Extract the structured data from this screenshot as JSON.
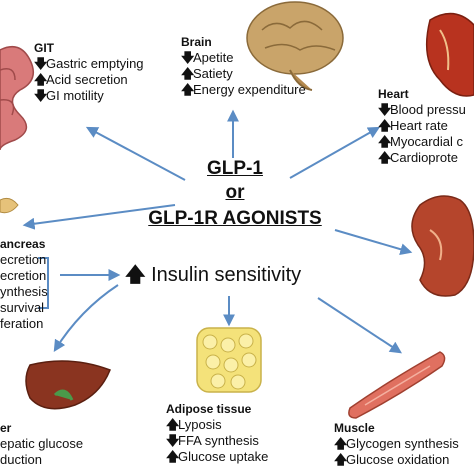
{
  "center": {
    "line1": "GLP-1",
    "line2": "or",
    "line3": "GLP-1R AGONISTS"
  },
  "insulin": {
    "arrow": "🡅",
    "label": "Insulin sensitivity"
  },
  "arrows": {
    "up": "🡅",
    "down": "🡇"
  },
  "git": {
    "title": "GIT",
    "items": [
      {
        "dir": "down",
        "text": "Gastric emptying"
      },
      {
        "dir": "up",
        "text": "Acid secretion"
      },
      {
        "dir": "down",
        "text": "GI motility"
      }
    ]
  },
  "brain": {
    "title": "Brain",
    "items": [
      {
        "dir": "down",
        "text": "Apetite"
      },
      {
        "dir": "up",
        "text": "Satiety"
      },
      {
        "dir": "up",
        "text": "Energy expenditure"
      }
    ]
  },
  "heart": {
    "title": "Heart",
    "items": [
      {
        "dir": "down",
        "text": "Blood pressu"
      },
      {
        "dir": "up",
        "text": "Heart rate"
      },
      {
        "dir": "up",
        "text": "Myocardial c"
      },
      {
        "dir": "up",
        "text": "Cardioprote"
      }
    ]
  },
  "pancreas": {
    "title": "ancreas",
    "items": [
      "ecretion",
      "ecretion",
      "ynthesis",
      "survival",
      "feration"
    ]
  },
  "liver": {
    "title": "er",
    "items": [
      "epatic glucose",
      "duction"
    ]
  },
  "adipose": {
    "title": "Adipose tissue",
    "items": [
      {
        "dir": "up",
        "text": "Lyposis"
      },
      {
        "dir": "down",
        "text": "FFA synthesis"
      },
      {
        "dir": "up",
        "text": "Glucose uptake"
      }
    ]
  },
  "muscle": {
    "title": "Muscle",
    "items": [
      {
        "dir": "up",
        "text": "Glycogen synthesis"
      },
      {
        "dir": "up",
        "text": "Glucose oxidation"
      }
    ]
  },
  "colors": {
    "arrow": "#5b8cc4",
    "organ_intestine": "#d97a7a",
    "organ_brain": "#c9a46a",
    "organ_heart": "#b8331f",
    "organ_kidney": "#b5452c",
    "organ_liver": "#8a3420",
    "organ_fat": "#f4e27a",
    "organ_muscle": "#e07060",
    "organ_pancreas": "#e6c27a"
  }
}
